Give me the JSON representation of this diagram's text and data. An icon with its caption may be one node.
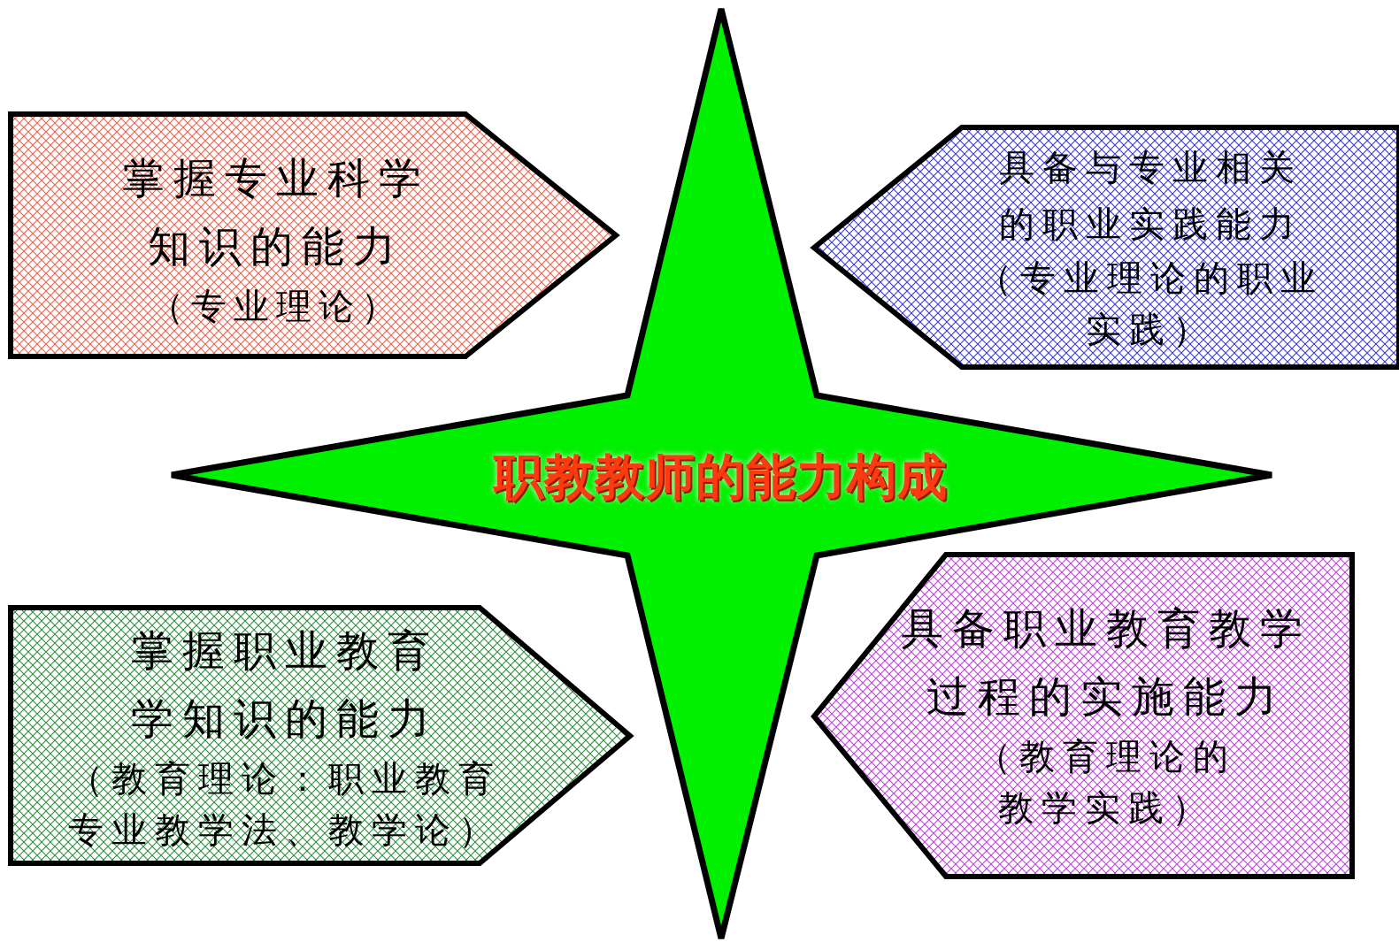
{
  "diagram": {
    "nodes": [
      {
        "text": [
          "职教教师的能力构成"
        ]
      },
      {
        "text": [
          "掌握专业科学知识的能力",
          "（专业理论）"
        ]
      },
      {
        "text": [
          "具备与专业相关的职业实践能力",
          "（专业理论的职业实践）"
        ]
      },
      {
        "text": [
          "掌握职业教育学知识的能力",
          "（教育理论：职业教育专业教学法、教学论）"
        ]
      },
      {
        "text": [
          "具备职业教育教学过程的实施能力",
          "（教育理论的教学实践）"
        ]
      }
    ]
  }
}
